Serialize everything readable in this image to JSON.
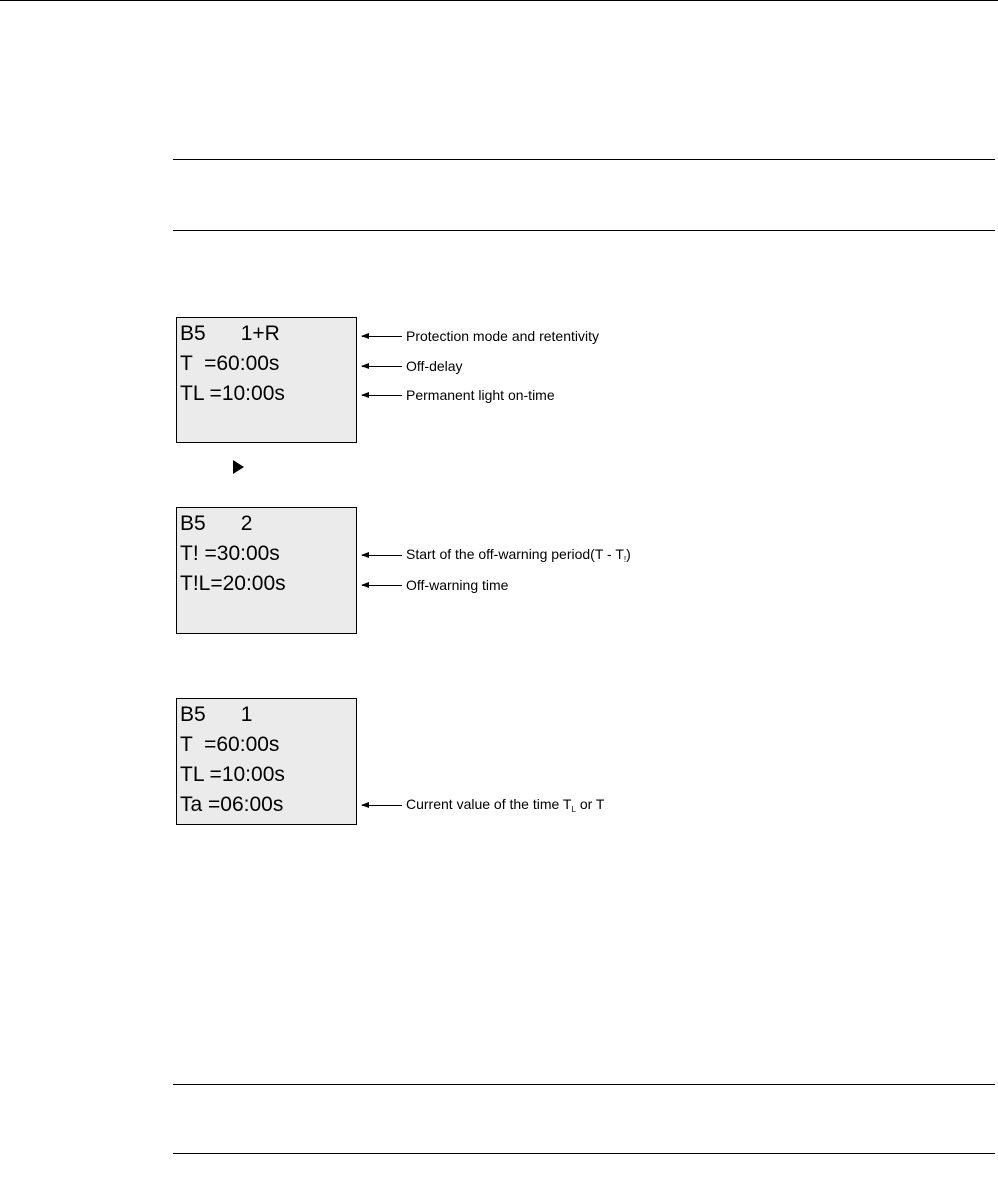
{
  "display1": {
    "rows": [
      "B5      1+R",
      "T  =60:00s",
      "TL =10:00s"
    ],
    "annotations": [
      "Protection mode and retentivity",
      "Off-delay",
      "Permanent light on-time"
    ]
  },
  "display2": {
    "rows": [
      "B5      2",
      "T! =30:00s",
      "T!L=20:00s"
    ],
    "annotations": {
      "start_prefix": "Start of the off-warning period(T - T",
      "start_sub": "!",
      "start_suffix": ")",
      "warning_time": "Off-warning time"
    }
  },
  "display3": {
    "rows": [
      "B5      1",
      "T  =60:00s",
      "TL =10:00s",
      "Ta =06:00s"
    ],
    "annotation": {
      "prefix": "Current value of the time T",
      "sub": "L",
      "suffix": " or T"
    }
  },
  "icons": {
    "next": "play-right-icon"
  }
}
